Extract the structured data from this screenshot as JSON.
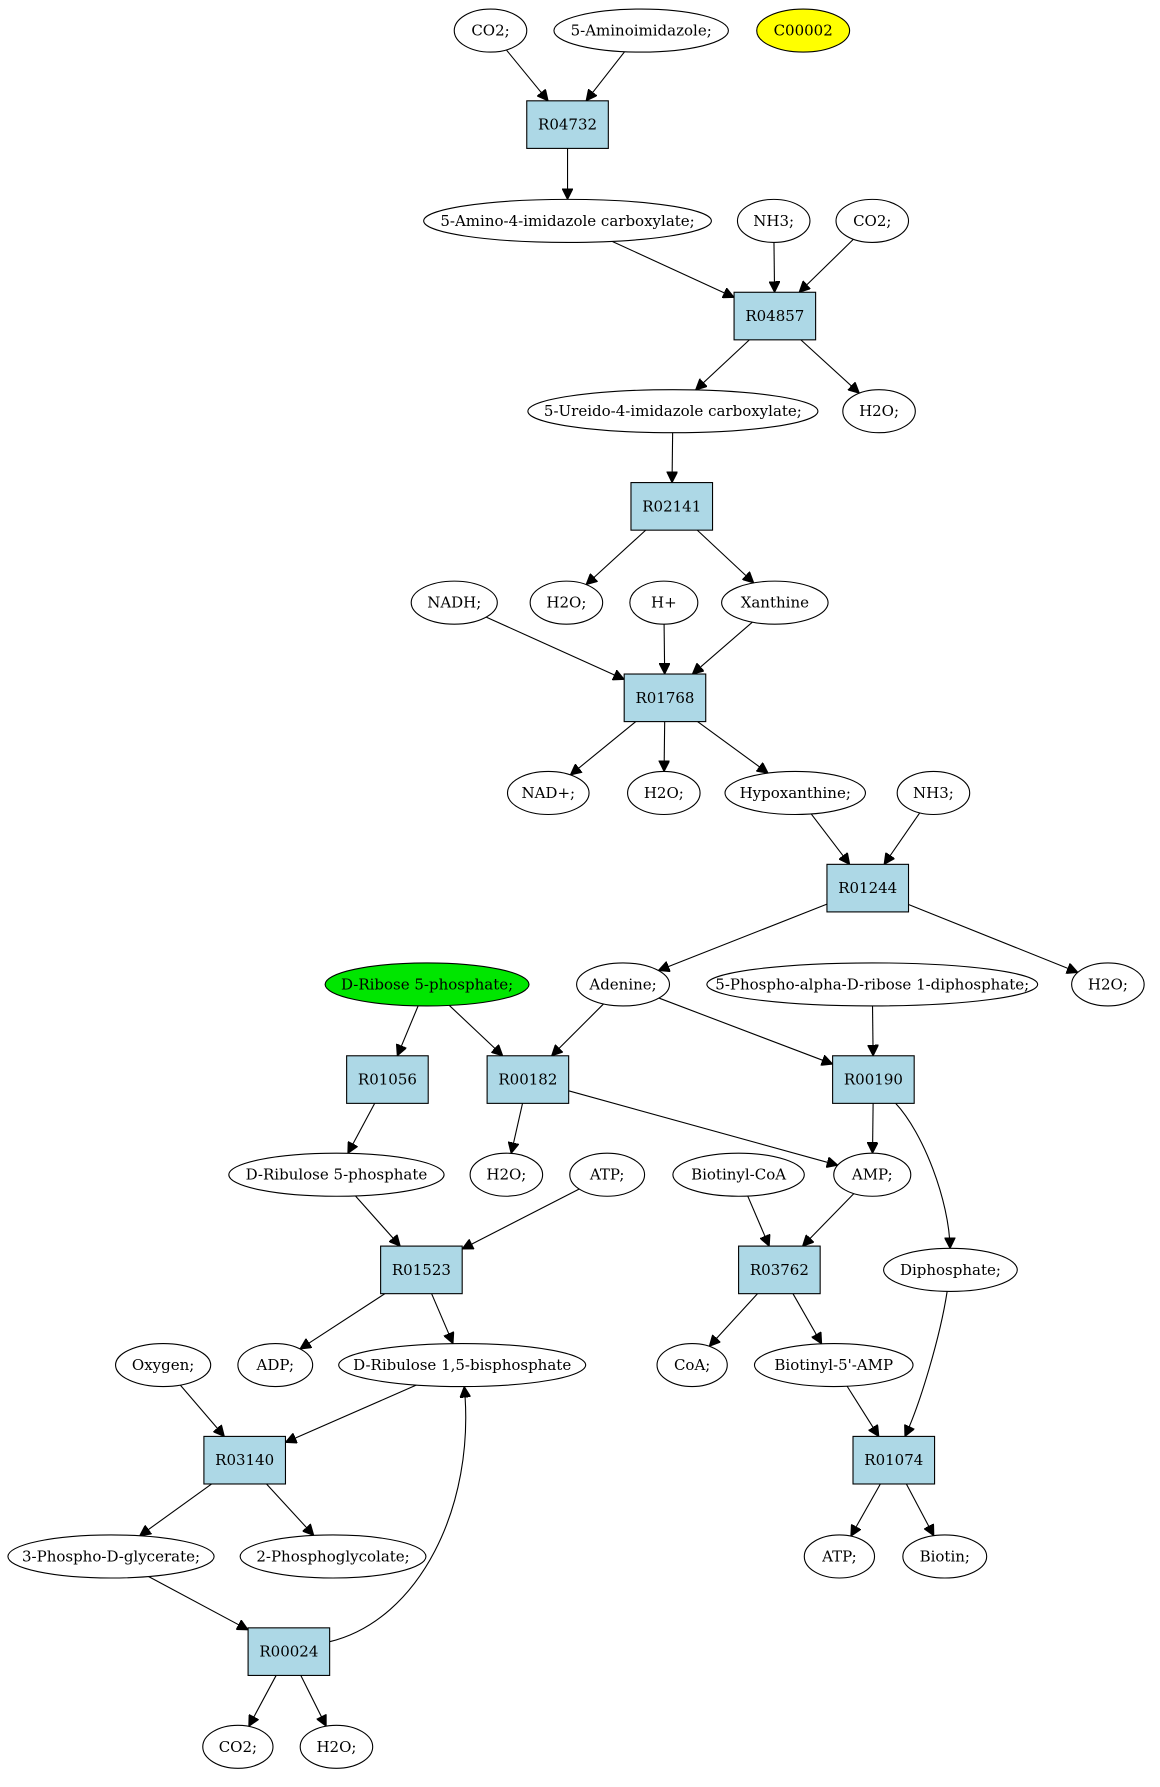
{
  "colors": {
    "reaction_fill": "#add8e6",
    "compound_fill": "#ffffff",
    "highlight_yellow": "#ffff00",
    "highlight_green": "#00e600",
    "edge": "#000000"
  },
  "nodes": [
    {
      "id": "c_co2_1",
      "kind": "compound",
      "label": "CO2;"
    },
    {
      "id": "c_aminoimidazole",
      "kind": "compound",
      "label": "5-Aminoimidazole;"
    },
    {
      "id": "c_c00002",
      "kind": "compound",
      "label": "C00002",
      "highlight": "highlight_yellow"
    },
    {
      "id": "r_R04732",
      "kind": "reaction",
      "label": "R04732"
    },
    {
      "id": "c_amino4",
      "kind": "compound",
      "label": "5-Amino-4-imidazole carboxylate;"
    },
    {
      "id": "c_nh3_1",
      "kind": "compound",
      "label": "NH3;"
    },
    {
      "id": "c_co2_2",
      "kind": "compound",
      "label": "CO2;"
    },
    {
      "id": "r_R04857",
      "kind": "reaction",
      "label": "R04857"
    },
    {
      "id": "c_ureido",
      "kind": "compound",
      "label": "5-Ureido-4-imidazole carboxylate;"
    },
    {
      "id": "c_h2o_1",
      "kind": "compound",
      "label": "H2O;"
    },
    {
      "id": "r_R02141",
      "kind": "reaction",
      "label": "R02141"
    },
    {
      "id": "c_nadh",
      "kind": "compound",
      "label": "NADH;"
    },
    {
      "id": "c_h2o_2",
      "kind": "compound",
      "label": "H2O;"
    },
    {
      "id": "c_hplus",
      "kind": "compound",
      "label": "H+"
    },
    {
      "id": "c_xanthine",
      "kind": "compound",
      "label": "Xanthine"
    },
    {
      "id": "r_R01768",
      "kind": "reaction",
      "label": "R01768"
    },
    {
      "id": "c_nadplus",
      "kind": "compound",
      "label": "NAD+;"
    },
    {
      "id": "c_h2o_3",
      "kind": "compound",
      "label": "H2O;"
    },
    {
      "id": "c_hypoxanthine",
      "kind": "compound",
      "label": "Hypoxanthine;"
    },
    {
      "id": "c_nh3_2",
      "kind": "compound",
      "label": "NH3;"
    },
    {
      "id": "r_R01244",
      "kind": "reaction",
      "label": "R01244"
    },
    {
      "id": "c_ribose5p",
      "kind": "compound",
      "label": "D-Ribose 5-phosphate;",
      "highlight": "highlight_green"
    },
    {
      "id": "c_adenine",
      "kind": "compound",
      "label": "Adenine;"
    },
    {
      "id": "c_prpp",
      "kind": "compound",
      "label": "5-Phospho-alpha-D-ribose 1-diphosphate;"
    },
    {
      "id": "c_h2o_4",
      "kind": "compound",
      "label": "H2O;"
    },
    {
      "id": "r_R01056",
      "kind": "reaction",
      "label": "R01056"
    },
    {
      "id": "r_R00182",
      "kind": "reaction",
      "label": "R00182"
    },
    {
      "id": "r_R00190",
      "kind": "reaction",
      "label": "R00190"
    },
    {
      "id": "c_ribulose5p",
      "kind": "compound",
      "label": "D-Ribulose 5-phosphate"
    },
    {
      "id": "c_h2o_5",
      "kind": "compound",
      "label": "H2O;"
    },
    {
      "id": "c_atp_1",
      "kind": "compound",
      "label": "ATP;"
    },
    {
      "id": "c_biotinylcoa",
      "kind": "compound",
      "label": "Biotinyl-CoA"
    },
    {
      "id": "c_amp",
      "kind": "compound",
      "label": "AMP;"
    },
    {
      "id": "r_R01523",
      "kind": "reaction",
      "label": "R01523"
    },
    {
      "id": "r_R03762",
      "kind": "reaction",
      "label": "R03762"
    },
    {
      "id": "c_diphosphate",
      "kind": "compound",
      "label": "Diphosphate;"
    },
    {
      "id": "c_oxygen",
      "kind": "compound",
      "label": "Oxygen;"
    },
    {
      "id": "c_adp",
      "kind": "compound",
      "label": "ADP;"
    },
    {
      "id": "c_ribulose15bp",
      "kind": "compound",
      "label": "D-Ribulose 1,5-bisphosphate"
    },
    {
      "id": "c_coa",
      "kind": "compound",
      "label": "CoA;"
    },
    {
      "id": "c_biotinyl5amp",
      "kind": "compound",
      "label": "Biotinyl-5'-AMP"
    },
    {
      "id": "r_R03140",
      "kind": "reaction",
      "label": "R03140"
    },
    {
      "id": "r_R01074",
      "kind": "reaction",
      "label": "R01074"
    },
    {
      "id": "c_3pg",
      "kind": "compound",
      "label": "3-Phospho-D-glycerate;"
    },
    {
      "id": "c_2pg",
      "kind": "compound",
      "label": "2-Phosphoglycolate;"
    },
    {
      "id": "c_atp_2",
      "kind": "compound",
      "label": "ATP;"
    },
    {
      "id": "c_biotin",
      "kind": "compound",
      "label": "Biotin;"
    },
    {
      "id": "r_R00024",
      "kind": "reaction",
      "label": "R00024"
    },
    {
      "id": "c_co2_3",
      "kind": "compound",
      "label": "CO2;"
    },
    {
      "id": "c_h2o_6",
      "kind": "compound",
      "label": "H2O;"
    }
  ],
  "edges": [
    {
      "from": "c_co2_1",
      "to": "r_R04732"
    },
    {
      "from": "c_aminoimidazole",
      "to": "r_R04732"
    },
    {
      "from": "r_R04732",
      "to": "c_amino4"
    },
    {
      "from": "c_amino4",
      "to": "r_R04857"
    },
    {
      "from": "c_nh3_1",
      "to": "r_R04857"
    },
    {
      "from": "c_co2_2",
      "to": "r_R04857"
    },
    {
      "from": "r_R04857",
      "to": "c_ureido"
    },
    {
      "from": "r_R04857",
      "to": "c_h2o_1"
    },
    {
      "from": "c_ureido",
      "to": "r_R02141"
    },
    {
      "from": "r_R02141",
      "to": "c_h2o_2"
    },
    {
      "from": "r_R02141",
      "to": "c_xanthine"
    },
    {
      "from": "c_nadh",
      "to": "r_R01768"
    },
    {
      "from": "c_hplus",
      "to": "r_R01768"
    },
    {
      "from": "c_xanthine",
      "to": "r_R01768"
    },
    {
      "from": "r_R01768",
      "to": "c_nadplus"
    },
    {
      "from": "r_R01768",
      "to": "c_h2o_3"
    },
    {
      "from": "r_R01768",
      "to": "c_hypoxanthine"
    },
    {
      "from": "c_hypoxanthine",
      "to": "r_R01244"
    },
    {
      "from": "c_nh3_2",
      "to": "r_R01244"
    },
    {
      "from": "r_R01244",
      "to": "c_adenine"
    },
    {
      "from": "r_R01244",
      "to": "c_h2o_4"
    },
    {
      "from": "c_ribose5p",
      "to": "r_R01056"
    },
    {
      "from": "c_ribose5p",
      "to": "r_R00182"
    },
    {
      "from": "c_adenine",
      "to": "r_R00182"
    },
    {
      "from": "c_adenine",
      "to": "r_R00190"
    },
    {
      "from": "c_prpp",
      "to": "r_R00190"
    },
    {
      "from": "r_R01056",
      "to": "c_ribulose5p"
    },
    {
      "from": "r_R00182",
      "to": "c_h2o_5"
    },
    {
      "from": "r_R00182",
      "to": "c_amp"
    },
    {
      "from": "r_R00190",
      "to": "c_amp"
    },
    {
      "from": "r_R00190",
      "to": "c_diphosphate"
    },
    {
      "from": "c_ribulose5p",
      "to": "r_R01523"
    },
    {
      "from": "c_atp_1",
      "to": "r_R01523"
    },
    {
      "from": "c_biotinylcoa",
      "to": "r_R03762"
    },
    {
      "from": "c_amp",
      "to": "r_R03762"
    },
    {
      "from": "r_R01523",
      "to": "c_adp"
    },
    {
      "from": "r_R01523",
      "to": "c_ribulose15bp"
    },
    {
      "from": "r_R03762",
      "to": "c_coa"
    },
    {
      "from": "r_R03762",
      "to": "c_biotinyl5amp"
    },
    {
      "from": "c_oxygen",
      "to": "r_R03140"
    },
    {
      "from": "c_ribulose15bp",
      "to": "r_R03140"
    },
    {
      "from": "c_biotinyl5amp",
      "to": "r_R01074"
    },
    {
      "from": "c_diphosphate",
      "to": "r_R01074"
    },
    {
      "from": "r_R03140",
      "to": "c_3pg"
    },
    {
      "from": "r_R03140",
      "to": "c_2pg"
    },
    {
      "from": "r_R01074",
      "to": "c_atp_2"
    },
    {
      "from": "r_R01074",
      "to": "c_biotin"
    },
    {
      "from": "c_3pg",
      "to": "r_R00024"
    },
    {
      "from": "r_R00024",
      "to": "c_co2_3"
    },
    {
      "from": "r_R00024",
      "to": "c_h2o_6"
    },
    {
      "from": "r_R00024",
      "to": "c_ribulose15bp"
    }
  ]
}
